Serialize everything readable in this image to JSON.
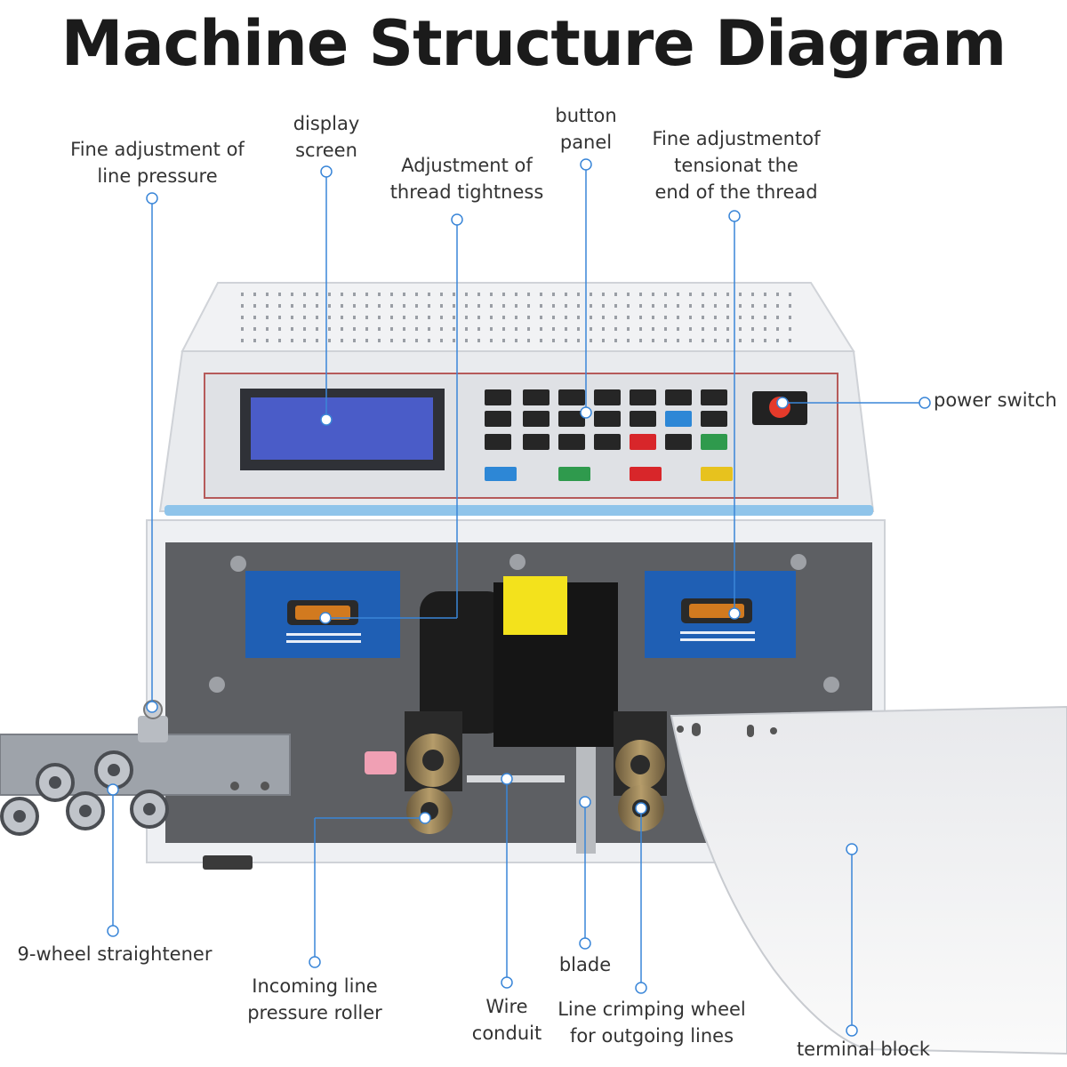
{
  "title": "Machine Structure Diagram",
  "colors": {
    "callout": "#3a86d8",
    "panel_blue": "#1f5fb4",
    "body_white": "#f4f5f7",
    "front_plate": "#5d5f63",
    "text": "#333333"
  },
  "callouts": [
    {
      "id": "fine-line-pressure",
      "lines": [
        "Fine adjustment of",
        "line pressure"
      ]
    },
    {
      "id": "display-screen",
      "lines": [
        "display",
        "screen"
      ]
    },
    {
      "id": "thread-tightness",
      "lines": [
        "Adjustment of",
        "thread tightness"
      ]
    },
    {
      "id": "button-panel",
      "lines": [
        "button",
        "panel"
      ]
    },
    {
      "id": "tension-end",
      "lines": [
        "Fine adjustmentof",
        "tensionat the",
        "end of the thread"
      ]
    },
    {
      "id": "power-switch",
      "lines": [
        "power switch"
      ]
    },
    {
      "id": "straightener",
      "lines": [
        "9-wheel straightener"
      ]
    },
    {
      "id": "incoming-roller",
      "lines": [
        "Incoming line",
        "pressure roller"
      ]
    },
    {
      "id": "wire-conduit",
      "lines": [
        "Wire",
        "conduit"
      ]
    },
    {
      "id": "blade",
      "lines": [
        "blade"
      ]
    },
    {
      "id": "crimping-wheel",
      "lines": [
        "Line crimping wheel",
        "for outgoing lines"
      ]
    },
    {
      "id": "terminal-block",
      "lines": [
        "terminal block"
      ]
    }
  ]
}
